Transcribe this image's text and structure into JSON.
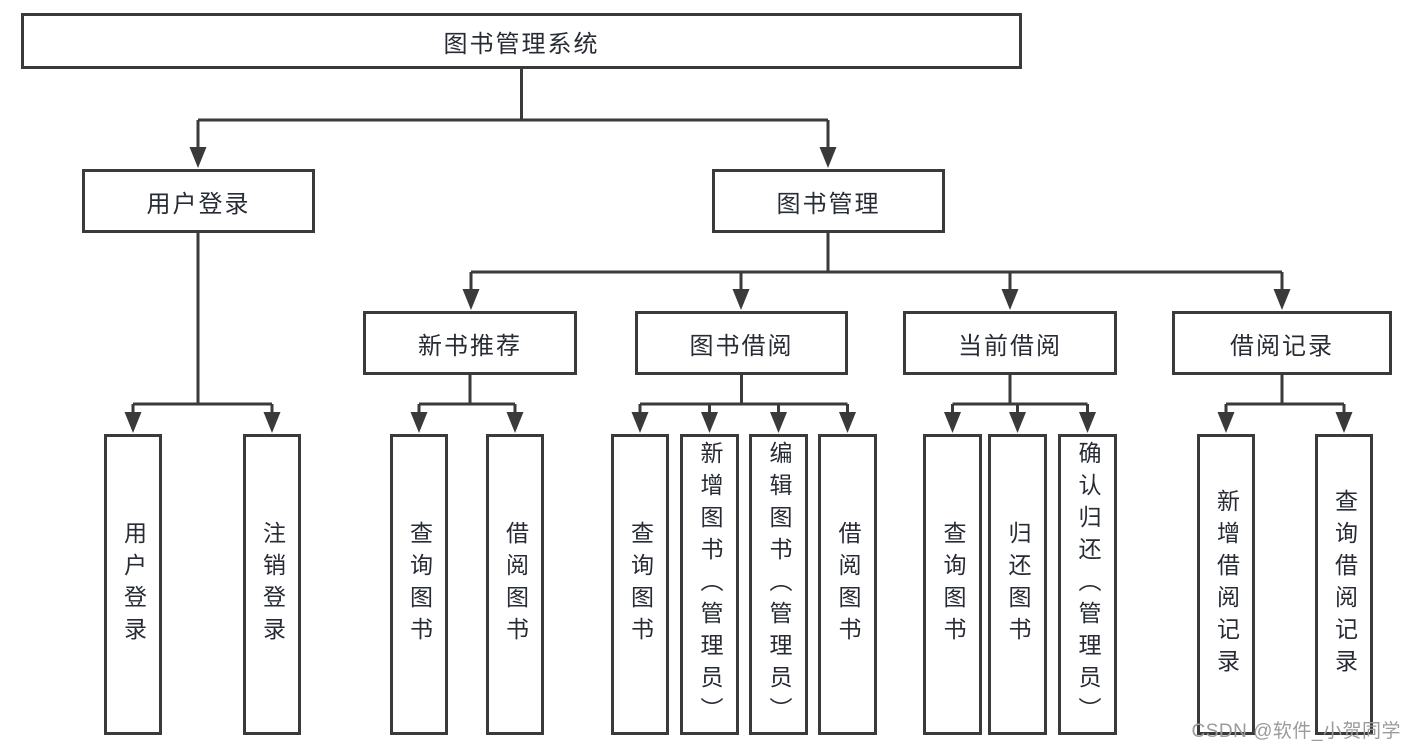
{
  "colors": {
    "line": "#3a3a3a",
    "text": "#272c34",
    "watermark": "#9b9b9b",
    "background": "#ffffff"
  },
  "diagram": {
    "root": {
      "label": "图书管理系统"
    },
    "branches": [
      {
        "label": "用户登录",
        "children": [
          "用户登录",
          "注销登录"
        ]
      },
      {
        "label": "图书管理",
        "children": [
          {
            "label": "新书推荐",
            "children": [
              "查询图书",
              "借阅图书"
            ]
          },
          {
            "label": "图书借阅",
            "children": [
              "查询图书",
              "新增图书（管理员）",
              "编辑图书（管理员）",
              "借阅图书"
            ]
          },
          {
            "label": "当前借阅",
            "children": [
              "查询图书",
              "归还图书",
              "确认归还（管理员）"
            ]
          },
          {
            "label": "借阅记录",
            "children": [
              "新增借阅记录",
              "查询借阅记录"
            ]
          }
        ]
      }
    ]
  },
  "watermark": {
    "text": "CSDN @软件_小贺同学"
  }
}
